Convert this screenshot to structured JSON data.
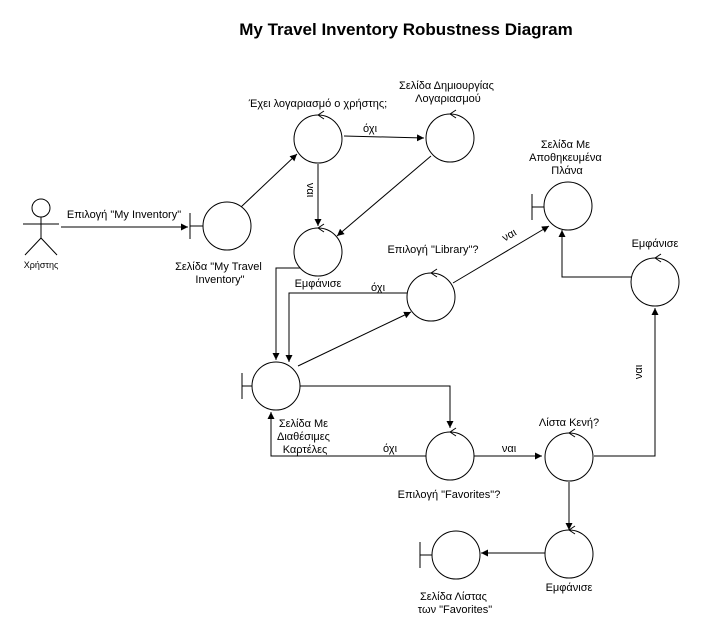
{
  "title": "My Travel Inventory Robustness Diagram",
  "actor": {
    "label": "Χρήστης"
  },
  "boundaries": {
    "inventory_page": {
      "lines": [
        "Σελίδα \"My Travel",
        "Inventory\""
      ]
    },
    "saved_plans_page": {
      "lines": [
        "Σελίδα Με",
        "Αποθηκευμένα",
        "Πλάνα"
      ]
    },
    "tabs_page": {
      "lines": [
        "Σελίδα Με",
        "Διαθέσιμες",
        "Καρτέλες"
      ]
    },
    "favorites_list_page": {
      "lines": [
        "Σελίδα Λίστας",
        "των \"Favorites\""
      ]
    }
  },
  "controls": {
    "has_account": {
      "lines": [
        "Έχει λογαριασμό ο χρήστης;"
      ]
    },
    "create_account_page": {
      "lines": [
        "Σελίδα Δημιουργίας",
        "Λογαριασμού"
      ]
    },
    "show_1": {
      "lines": [
        "Εμφάνισε"
      ]
    },
    "library_choice": {
      "lines": [
        "Επιλογή \"Library\"?"
      ]
    },
    "show_2": {
      "lines": [
        "Εμφάνισε"
      ]
    },
    "favorites_choice": {
      "lines": [
        "Επιλογή \"Favorites\"?"
      ]
    },
    "empty_list": {
      "lines": [
        "Λίστα Κενή?"
      ]
    },
    "show_3": {
      "lines": [
        "Εμφάνισε"
      ]
    }
  },
  "edge_labels": {
    "select_inventory": "Επιλογή \"My Inventory\"",
    "no_account": "όχι",
    "yes_account": "ναι",
    "yes_library": "ναι",
    "no_library": "όχι",
    "no_favorites": "όχι",
    "yes_favorites": "ναι",
    "yes_empty": "ναι"
  }
}
